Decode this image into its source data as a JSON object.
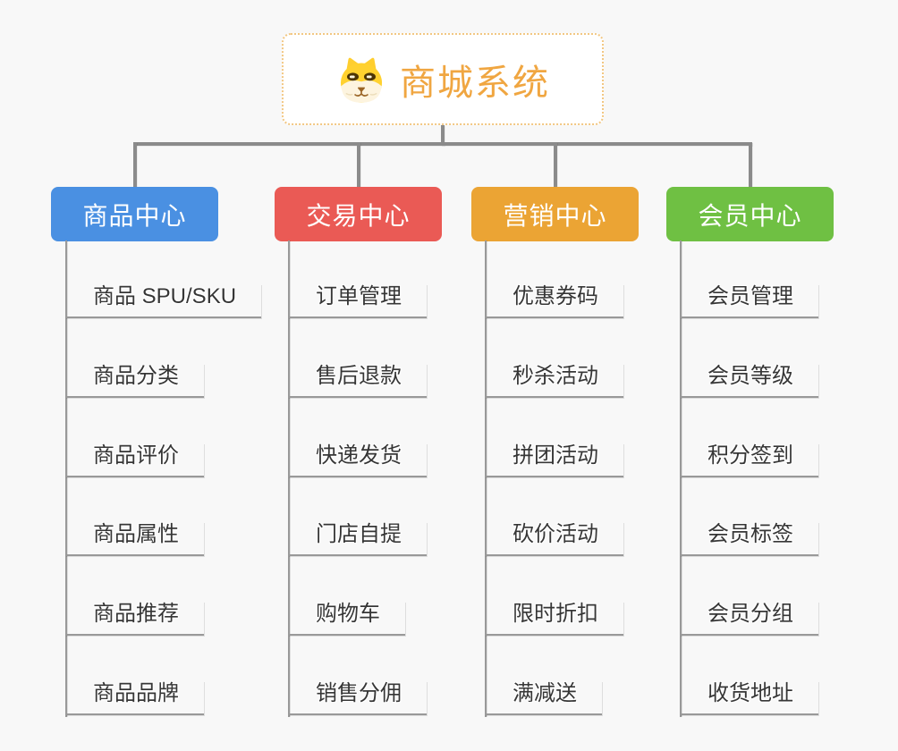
{
  "root": {
    "title": "商城系统",
    "icon": "dog-face-icon",
    "title_color": "#f0a641",
    "border_color": "#f2c783"
  },
  "colors": {
    "background": "#f8f8f8",
    "connector": "#8b8b8b",
    "leaf_line": "#999999",
    "leaf_text": "#363636"
  },
  "branches": [
    {
      "label": "商品中心",
      "color": "#4a90e2",
      "items": [
        "商品 SPU/SKU",
        "商品分类",
        "商品评价",
        "商品属性",
        "商品推荐",
        "商品品牌"
      ]
    },
    {
      "label": "交易中心",
      "color": "#ea5a55",
      "items": [
        "订单管理",
        "售后退款",
        "快递发货",
        "门店自提",
        "购物车",
        "销售分佣"
      ]
    },
    {
      "label": "营销中心",
      "color": "#eba434",
      "items": [
        "优惠券码",
        "秒杀活动",
        "拼团活动",
        "砍价活动",
        "限时折扣",
        "满减送"
      ]
    },
    {
      "label": "会员中心",
      "color": "#6fc043",
      "items": [
        "会员管理",
        "会员等级",
        "积分签到",
        "会员标签",
        "会员分组",
        "收货地址"
      ]
    }
  ]
}
